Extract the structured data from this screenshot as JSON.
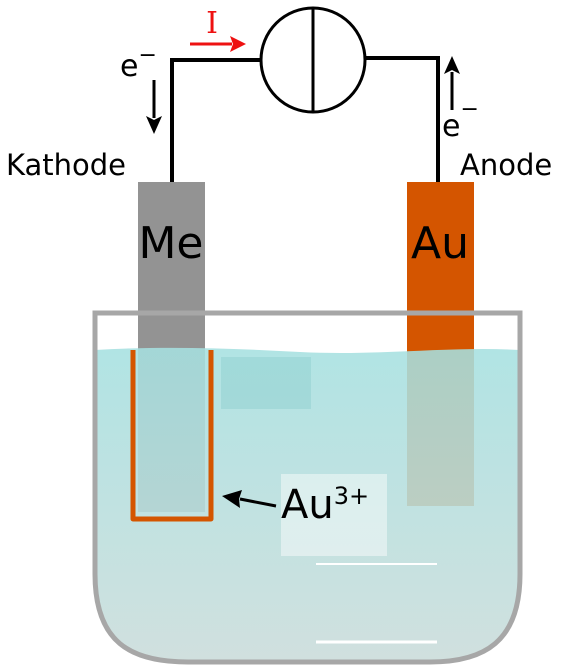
{
  "current_label": "I",
  "electron_left": {
    "base": "e",
    "sup": "−"
  },
  "electron_right": {
    "base": "e",
    "sup": "−"
  },
  "cathode_label": "Kathode",
  "anode_label": "Anode",
  "electrode_left_label": "Me",
  "electrode_right_label": "Au",
  "ion_label": {
    "base": "Au",
    "sup": "3+"
  },
  "colors": {
    "current_arrow": "#ee1111",
    "wire": "#000000",
    "cathode_metal": "#939393",
    "anode_gold": "#d45500",
    "gold_deposit": "#d45500",
    "electrolyte_top": "#a6e0e0",
    "electrolyte_bottom": "#cadcda",
    "beaker_outline": "#a7a7a7"
  }
}
